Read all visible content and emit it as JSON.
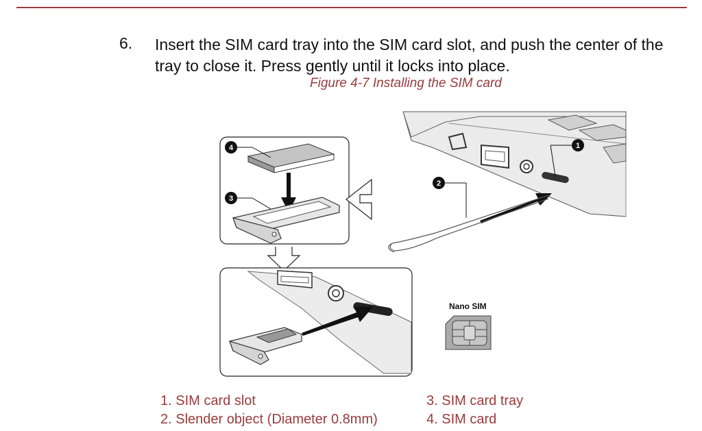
{
  "step": {
    "number": "6.",
    "text": "Insert the SIM card tray into the SIM card slot, and push the center of the tray to close it. Press gently until it locks into place."
  },
  "figure": {
    "caption": "Figure 4-7 Installing the SIM card",
    "callouts": [
      "1",
      "2",
      "3",
      "4"
    ],
    "nano_sim_label": "Nano SIM"
  },
  "legend": {
    "left": [
      "1. SIM card slot",
      "2. Slender object (Diameter 0.8mm)"
    ],
    "right": [
      "3. SIM card tray",
      "4. SIM card"
    ]
  },
  "colors": {
    "accent": "#9a3b3b",
    "text": "#111111"
  }
}
